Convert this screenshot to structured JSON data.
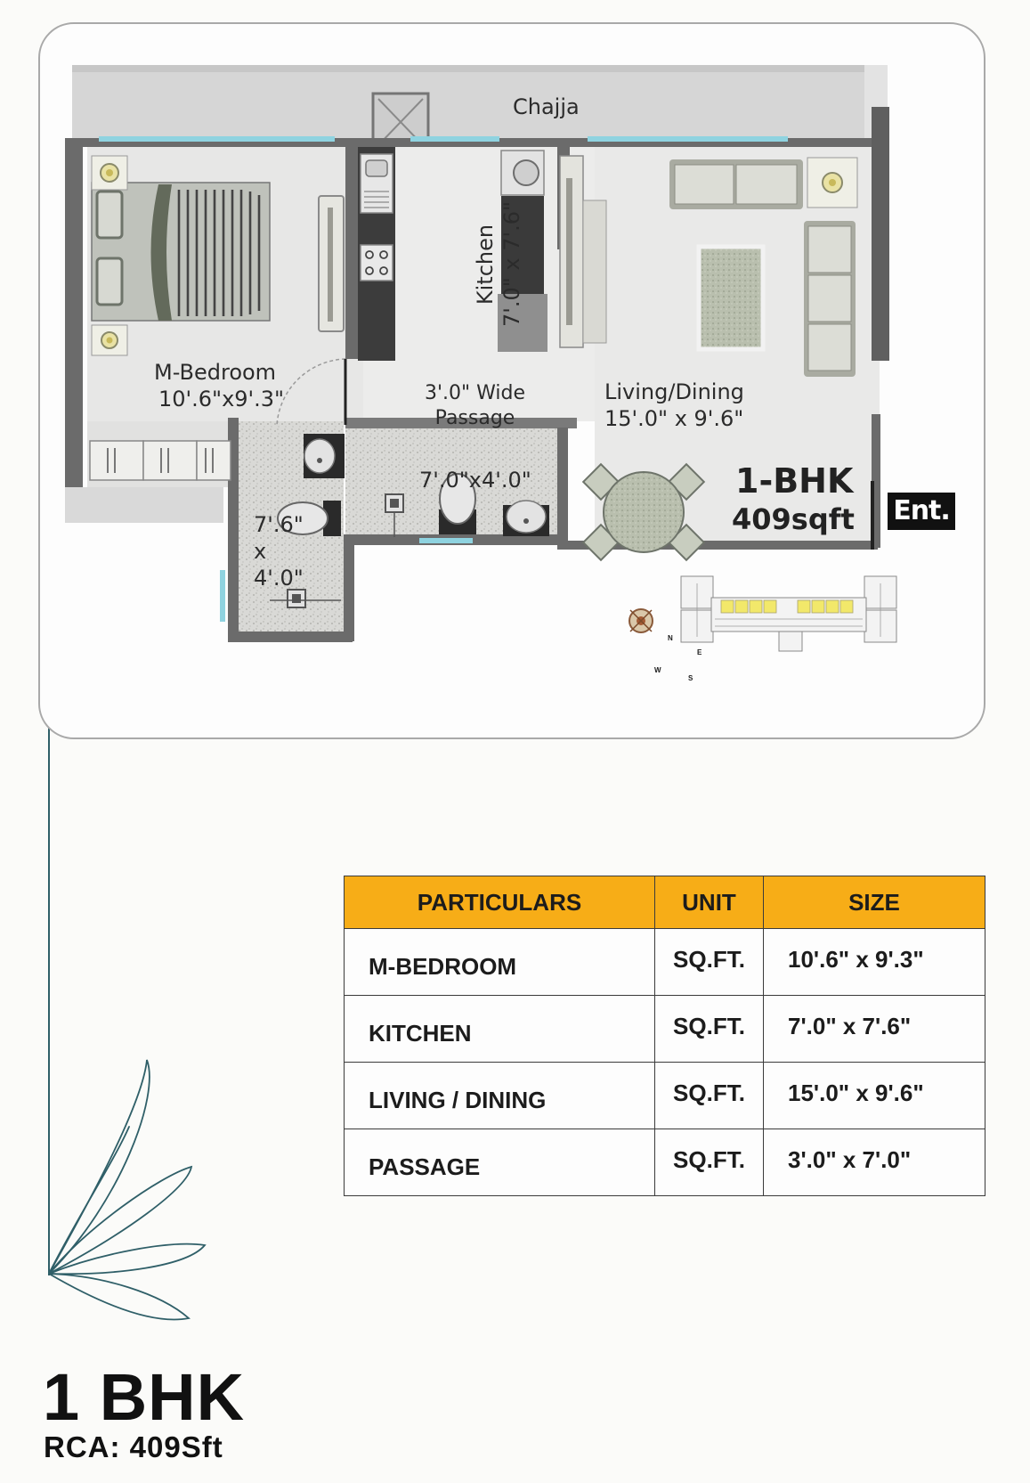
{
  "plan": {
    "chajja": "Chajja",
    "bedroom": {
      "name": "M-Bedroom",
      "size": "10'.6\"x9'.3\""
    },
    "kitchen": {
      "name": "Kitchen",
      "size": "7'.0\" x 7'.6\""
    },
    "passage": {
      "line1": "3'.0\" Wide",
      "line2": "Passage"
    },
    "living": {
      "name": "Living/Dining",
      "size": "15'.0\" x 9'.6\""
    },
    "toilet_size": "7'.0\"x4'.0\"",
    "bath": {
      "line1": "7'.6\"",
      "line2": "x",
      "line3": "4'.0\""
    },
    "unit_type": "1-BHK",
    "unit_area": "409sqft",
    "entrance": "Ent.",
    "compass": {
      "n": "N",
      "e": "E",
      "s": "S",
      "w": "W"
    }
  },
  "table": {
    "headers": [
      "PARTICULARS",
      "UNIT",
      "SIZE"
    ],
    "rows": [
      {
        "particular": "M-BEDROOM",
        "unit": "SQ.FT.",
        "size": "10'.6\" x 9'.3\""
      },
      {
        "particular": "KITCHEN",
        "unit": "SQ.FT.",
        "size": "7'.0\" x 7'.6\""
      },
      {
        "particular": "LIVING / DINING",
        "unit": "SQ.FT.",
        "size": "15'.0\" x 9'.6\""
      },
      {
        "particular": "PASSAGE",
        "unit": "SQ.FT.",
        "size": "3'.0\" x 7'.0\""
      }
    ],
    "header_color": "#f7ad17"
  },
  "footer": {
    "title": "1 BHK",
    "subtitle": "RCA: 409Sft"
  },
  "colors": {
    "accent_line": "#2f5f68",
    "window": "#8fd3e0",
    "wall": "#676767"
  }
}
